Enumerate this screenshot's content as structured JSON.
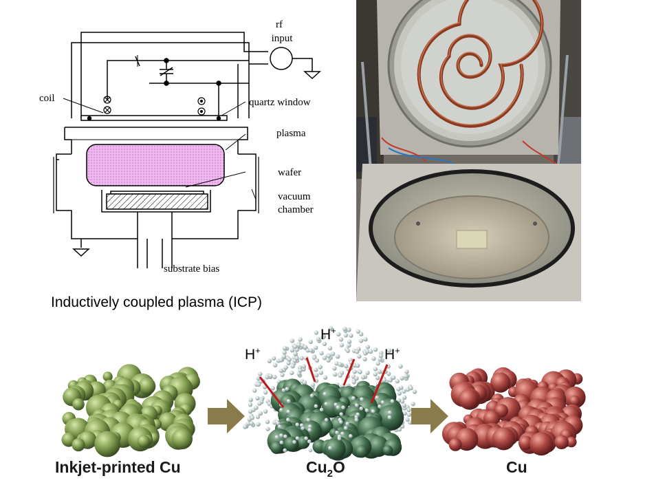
{
  "schematic": {
    "labels": {
      "rf": "rf",
      "input": "input",
      "coil": "coil",
      "quartz_window": "quartz window",
      "plasma": "plasma",
      "wafer": "wafer",
      "vacuum": "vacuum",
      "chamber": "chamber",
      "substrate_bias": "substrate bias"
    },
    "caption": "Inductively coupled plasma (ICP)"
  },
  "process": {
    "stage1_label": "Inkjet-printed Cu",
    "stage2_label_main": "Cu",
    "stage2_label_sub": "2",
    "stage2_label_tail": "O",
    "stage3_label": "Cu",
    "ion": "H",
    "ion_charge": "+"
  },
  "colors": {
    "plasma_fill": "#f0b8f0",
    "cu_green": "#7f9a4e",
    "cu2o_green": "#3f6a4a",
    "cu_red": "#a84440",
    "arrow": "#8a7c4a",
    "ion_line": "#c0181a",
    "ion_dot": "#b8c6c6"
  },
  "photo": {
    "description_icon": "icp-reactor-photo"
  }
}
